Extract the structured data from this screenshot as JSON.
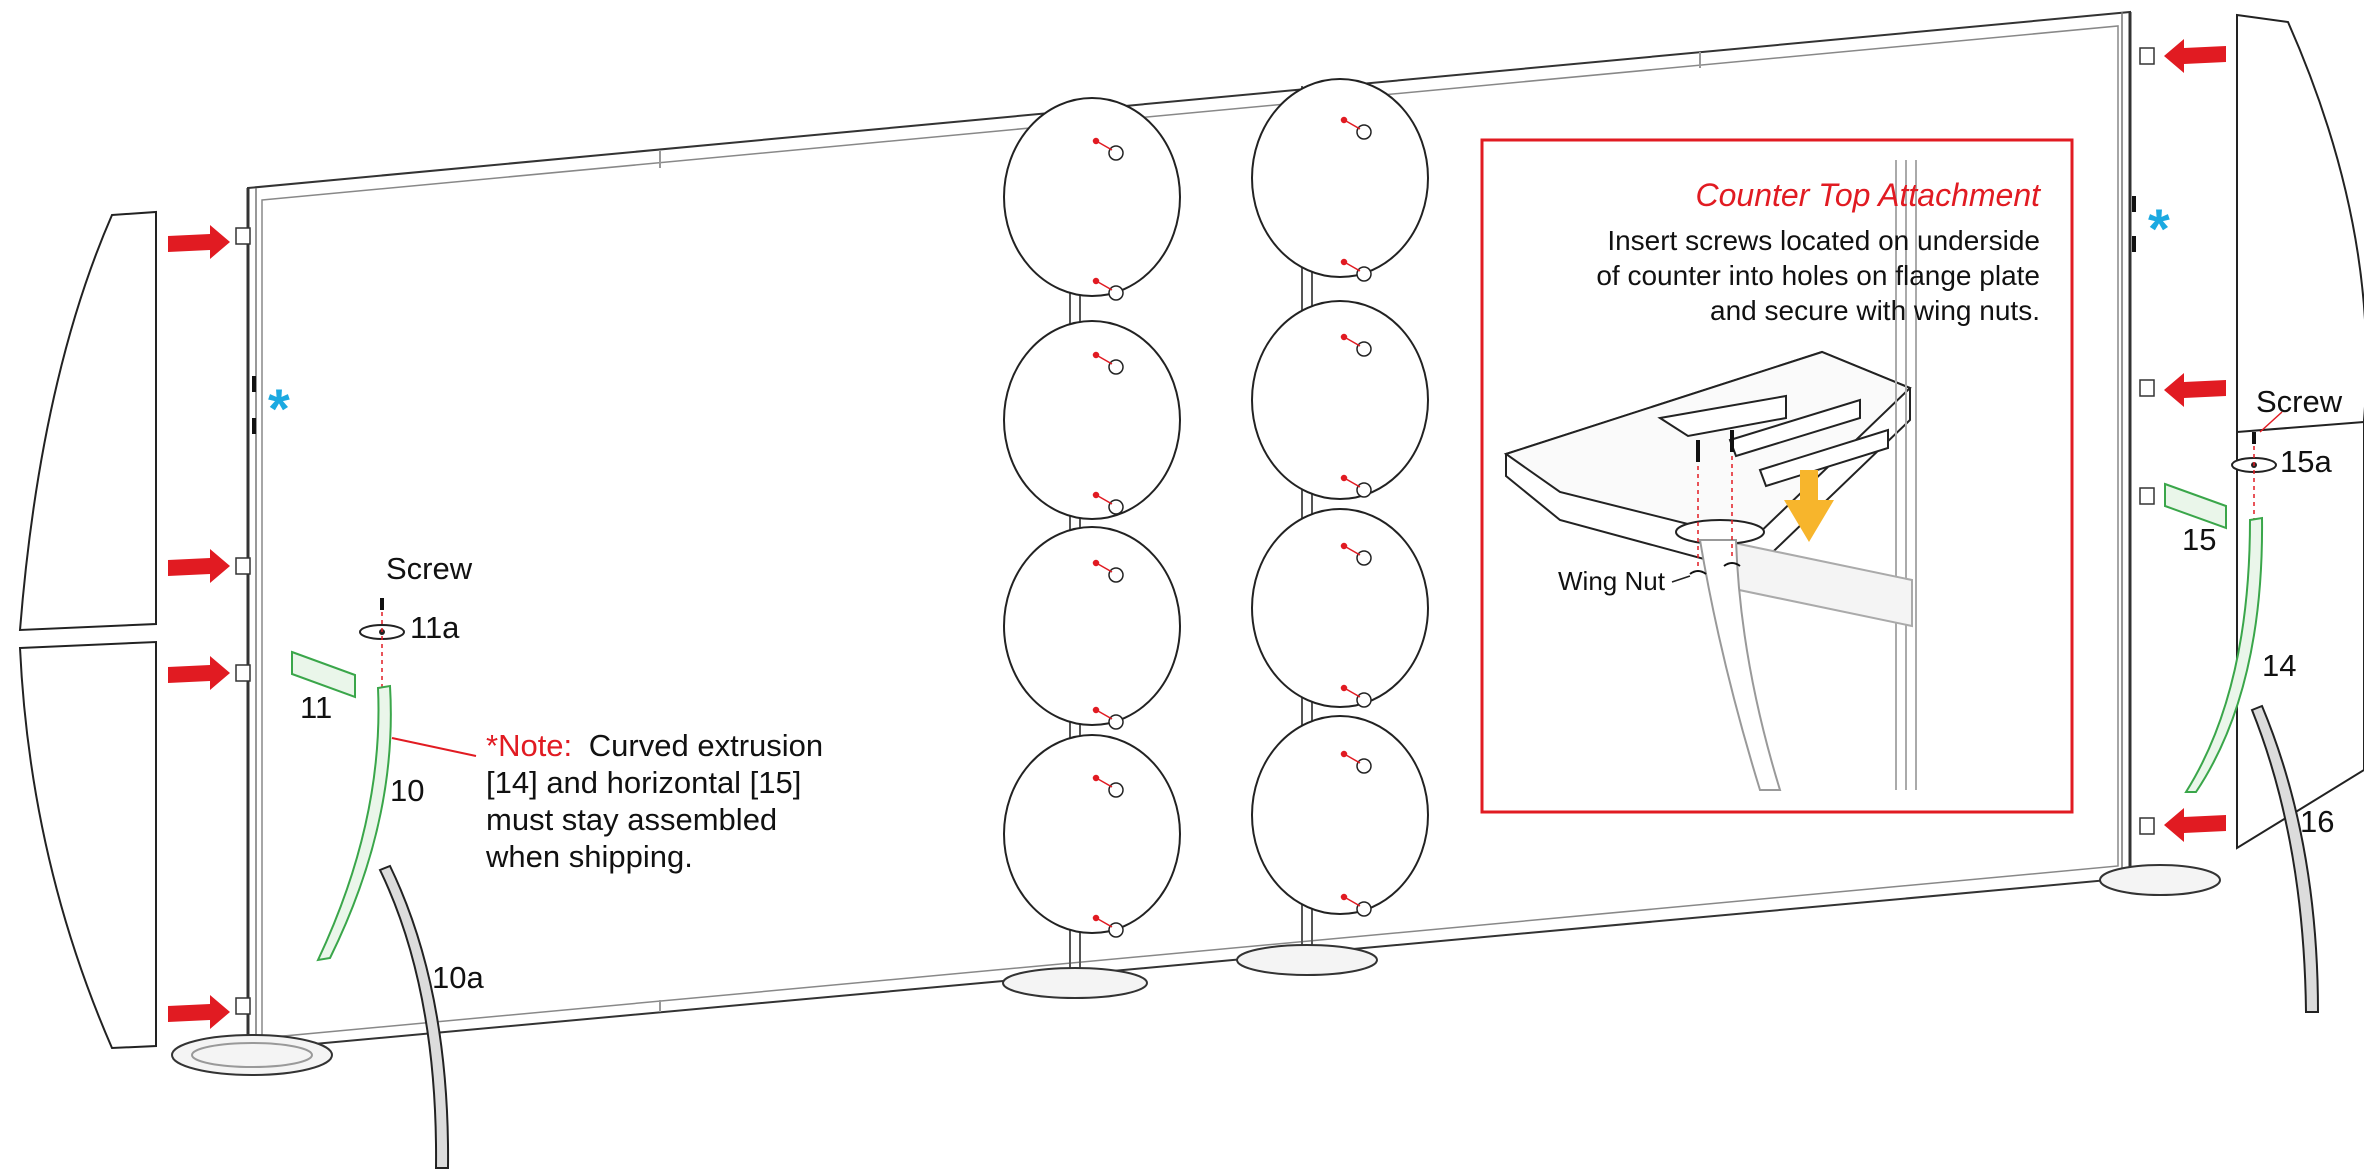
{
  "labels": {
    "screw_left": "Screw",
    "screw_right": "Screw",
    "part_11a": "11a",
    "part_11": "11",
    "part_10": "10",
    "part_10a": "10a",
    "part_15a": "15a",
    "part_15": "15",
    "part_14": "14",
    "part_16": "16",
    "asterisk_left": "*",
    "asterisk_right": "*"
  },
  "note": {
    "prefix": "*Note:",
    "line1": "Curved extrusion",
    "line2": "[14] and horizontal [15]",
    "line3": "must stay assembled",
    "line4": "when shipping."
  },
  "inset": {
    "title": "Counter Top Attachment",
    "line1": "Insert screws located on underside",
    "line2": "of counter into holes on flange plate",
    "line3": "and secure with wing nuts.",
    "wing_nut": "Wing Nut"
  },
  "colors": {
    "arrow": "#e11b22",
    "highlight_part": "#3aa64a",
    "asterisk": "#1ba9e1",
    "inset_border": "#e11b22",
    "down_arrow": "#f7b52c"
  }
}
